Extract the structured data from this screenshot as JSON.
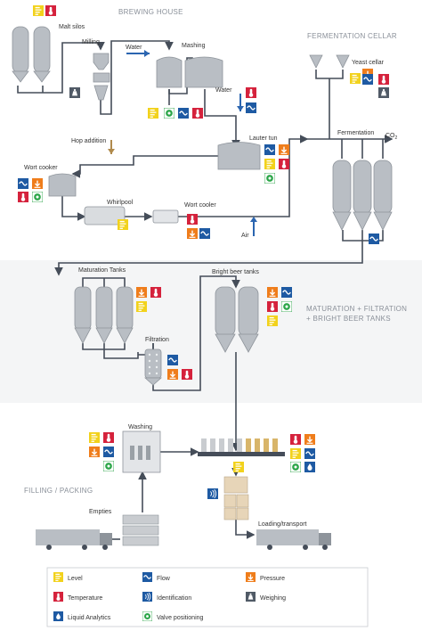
{
  "sections": {
    "brewing": "BREWING HOUSE",
    "fermentation": "FERMENTATION CELLAR",
    "maturation_line1": "MATURATION + FILTRATION",
    "maturation_line2": "+ BRIGHT BEER TANKS",
    "filling": "FILLING / PACKING"
  },
  "labels": {
    "malt_silos": "Malt silos",
    "milling": "Milling",
    "water1": "Water",
    "mashing": "Mashing",
    "water2": "Water",
    "yeast_cellar": "Yeast cellar",
    "lauter_tun": "Lauter tun",
    "hop_addition": "Hop addition",
    "fermentation": "Fermentation",
    "co2": "CO",
    "co2_sub": "2",
    "wort_cooker": "Wort cooker",
    "whirlpool": "Whirlpool",
    "wort_cooler": "Wort cooler",
    "air": "Air",
    "maturation_tanks": "Maturation Tanks",
    "bright_beer_tanks": "Bright beer tanks",
    "filtration": "Filtration",
    "washing": "Washing",
    "empties": "Empties",
    "loading": "Loading/transport"
  },
  "legend": {
    "level": "Level",
    "flow": "Flow",
    "pressure": "Pressure",
    "temperature": "Temperature",
    "identification": "Identification",
    "weighing": "Weighing",
    "liquid": "Liquid Analytics",
    "valve": "Valve positioning"
  },
  "colors": {
    "pipe": "#454d59",
    "vessel": "#b9bec4",
    "vessel_dark": "#8e949b",
    "level": "#f2d21c",
    "temperature": "#d5223c",
    "pressure": "#ef7d1b",
    "flow": "#1e5aa3",
    "weighing": "#505a66",
    "valve": "#2ca649",
    "arrow_water": "#2b65b0",
    "arrow_hop": "#b08a4c"
  },
  "icons": [
    "level-icon",
    "temperature-icon",
    "pressure-icon",
    "flow-icon",
    "weighing-icon",
    "liquid-analytics-icon",
    "valve-positioning-icon",
    "identification-icon"
  ]
}
